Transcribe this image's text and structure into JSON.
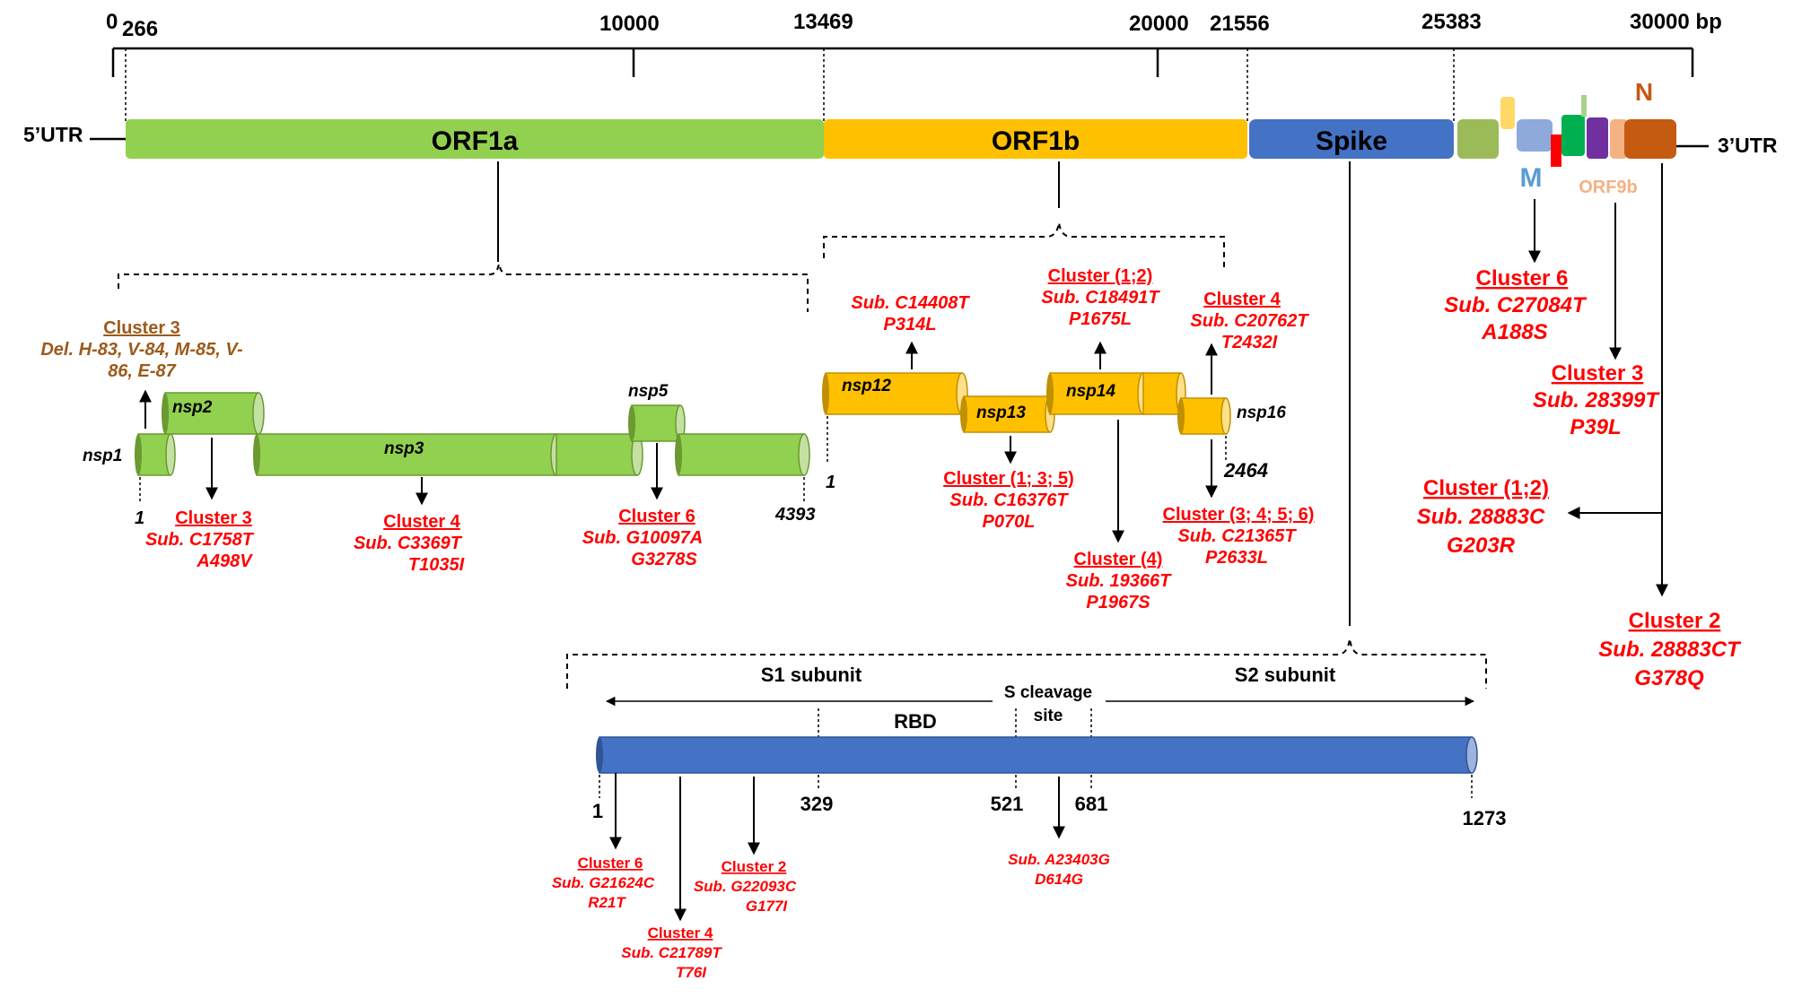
{
  "colors": {
    "orf1a": "#92d050",
    "orf1b": "#ffc000",
    "spike": "#4472c4",
    "mutation_text": "#ff0000",
    "deletion_text": "#9c5a1a",
    "m_label": "#5b9bd5",
    "orf9b_label": "#f4b183",
    "n_label": "#c55a11"
  },
  "genome_axis": {
    "ticks": [
      "0",
      "266",
      "10000",
      "13469",
      "20000",
      "21556",
      "25383",
      "30000 bp"
    ]
  },
  "utr": {
    "left": "5’UTR",
    "right": "3’UTR"
  },
  "genes": {
    "orf1a": "ORF1a",
    "orf1b": "ORF1b",
    "spike": "Spike",
    "m": "M",
    "orf9b": "ORF9b",
    "n": "N"
  },
  "orf1a_detail": {
    "nsps": [
      "nsp1",
      "nsp2",
      "nsp3",
      "nsp5"
    ],
    "start": "1",
    "end": "4393",
    "del_cluster": "Cluster 3",
    "del_line1": "Del. H-83, V-84, M-85, V-",
    "del_line2": "86, E-87",
    "mut_nsp2": {
      "cluster": "Cluster 3",
      "sub": "Sub. C1758T",
      "aa": "A498V"
    },
    "mut_nsp3": {
      "cluster": "Cluster 4",
      "sub": "Sub. C3369T",
      "aa": "T1035I"
    },
    "mut_nsp5": {
      "cluster": "Cluster 6",
      "sub": "Sub. G10097A",
      "aa": "G3278S"
    }
  },
  "orf1b_detail": {
    "nsps": [
      "nsp12",
      "nsp13",
      "nsp14",
      "nsp16"
    ],
    "start": "1",
    "end": "2464",
    "mut_nsp12": {
      "sub": "Sub. C14408T",
      "aa": "P314L"
    },
    "mut_nsp13": {
      "cluster": "Cluster (1; 3; 5)",
      "sub": "Sub. C16376T",
      "aa": "P070L"
    },
    "mut_nsp14_up": {
      "cluster": "Cluster (1;2)",
      "sub": "Sub. C18491T",
      "aa": "P1675L"
    },
    "mut_nsp14_down": {
      "cluster": "Cluster (4)",
      "sub": "Sub. 19366T",
      "aa": "P1967S"
    },
    "mut_nsp16_up": {
      "cluster": "Cluster 4",
      "sub": "Sub. C20762T",
      "aa": "T2432I"
    },
    "mut_nsp16_down": {
      "cluster": "Cluster (3; 4; 5; 6)",
      "sub": "Sub. C21365T",
      "aa": "P2633L"
    }
  },
  "structural_mutations": {
    "m": {
      "cluster": "Cluster 6",
      "sub": "Sub. C27084T",
      "aa": "A188S"
    },
    "orf9b": {
      "cluster": "Cluster 3",
      "sub": "Sub. 28399T",
      "aa": "P39L"
    },
    "n_side": {
      "cluster": "Cluster (1;2)",
      "sub": "Sub. 28883C",
      "aa": "G203R"
    },
    "n_down": {
      "cluster": "Cluster 2",
      "sub": "Sub. 28883CT",
      "aa": "G378Q"
    }
  },
  "spike_detail": {
    "s1": "S1 subunit",
    "s2": "S2 subunit",
    "rbd": "RBD",
    "cleavage_line1": "S cleavage",
    "cleavage_line2": "site",
    "positions": [
      "1",
      "329",
      "521",
      "681",
      "1273"
    ],
    "mut_a": {
      "cluster": "Cluster 6",
      "sub": "Sub. G21624C",
      "aa": "R21T"
    },
    "mut_b": {
      "cluster": "Cluster 4",
      "sub": "Sub. C21789T",
      "aa": "T76I"
    },
    "mut_c": {
      "cluster": "Cluster 2",
      "sub": "Sub. G22093C",
      "aa": "G177I"
    },
    "mut_d": {
      "sub": "Sub. A23403G",
      "aa": "D614G"
    }
  }
}
